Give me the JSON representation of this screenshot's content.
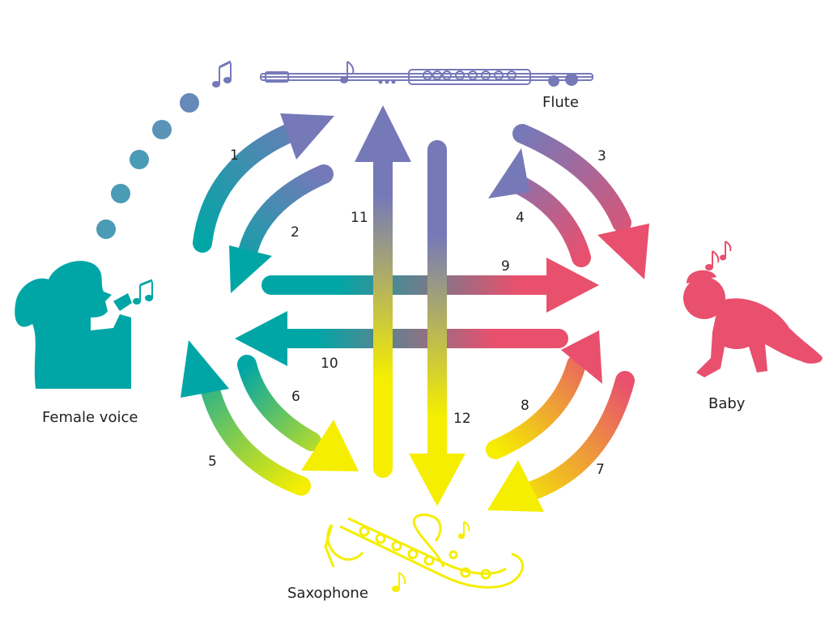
{
  "nodes": {
    "flute": {
      "label": "Flute",
      "color": "#7679b8"
    },
    "female_voice": {
      "label": "Female voice",
      "color": "#00a6a6"
    },
    "baby": {
      "label": "Baby",
      "color": "#e8506e"
    },
    "saxophone": {
      "label": "Saxophone",
      "color": "#f5ee00"
    }
  },
  "arrows": [
    {
      "num": "1",
      "from": "Female voice",
      "to": "Flute"
    },
    {
      "num": "2",
      "from": "Flute",
      "to": "Female voice"
    },
    {
      "num": "3",
      "from": "Flute",
      "to": "Baby"
    },
    {
      "num": "4",
      "from": "Baby",
      "to": "Flute"
    },
    {
      "num": "5",
      "from": "Saxophone",
      "to": "Female voice"
    },
    {
      "num": "6",
      "from": "Female voice",
      "to": "Saxophone"
    },
    {
      "num": "7",
      "from": "Baby",
      "to": "Saxophone"
    },
    {
      "num": "8",
      "from": "Saxophone",
      "to": "Baby"
    },
    {
      "num": "9",
      "from": "Female voice",
      "to": "Baby"
    },
    {
      "num": "10",
      "from": "Baby",
      "to": "Female voice"
    },
    {
      "num": "11",
      "from": "Saxophone",
      "to": "Flute"
    },
    {
      "num": "12",
      "from": "Flute",
      "to": "Saxophone"
    }
  ]
}
